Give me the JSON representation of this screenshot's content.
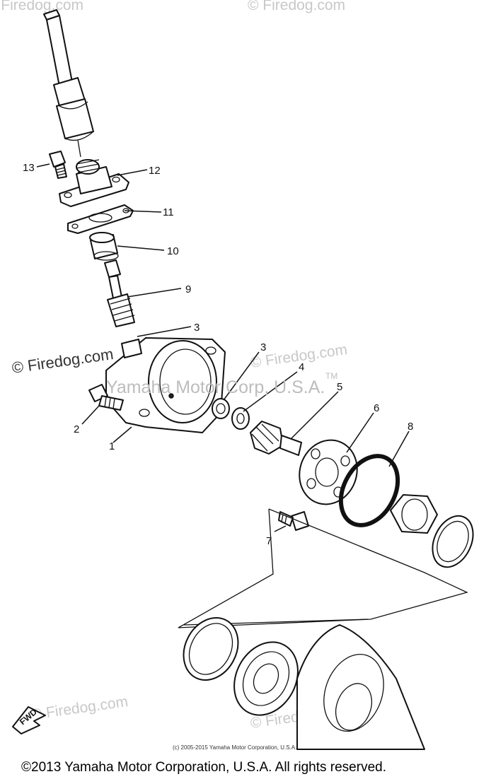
{
  "callouts": {
    "c1": "1",
    "c2": "2",
    "c3a": "3",
    "c3b": "3",
    "c4": "4",
    "c5": "5",
    "c6": "6",
    "c7": "7",
    "c8": "8",
    "c9": "9",
    "c10": "10",
    "c11": "11",
    "c12": "12",
    "c13": "13"
  },
  "direction_marker": {
    "label": "FWD"
  },
  "watermarks": {
    "firedog_main": "© Firedog.com",
    "firedog_faint": "© Firedog.com",
    "corp": "Yamaha Motor Corp, U.S.A.",
    "tm": "TM"
  },
  "copyright": {
    "small": "(c) 2005-2015 Yamaha Motor Corporation, U.S.A.",
    "footer": "©2013 Yamaha Motor Corporation, U.S.A. All rights reserved."
  }
}
